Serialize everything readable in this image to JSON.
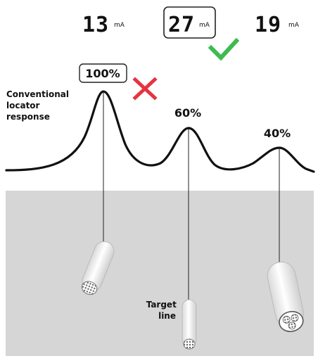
{
  "readings": [
    {
      "digits": "13",
      "unit": "mA",
      "highlighted": false
    },
    {
      "digits": "27",
      "unit": "mA",
      "highlighted": true
    },
    {
      "digits": "19",
      "unit": "mA",
      "highlighted": false
    }
  ],
  "response": {
    "label_lines": [
      "Conventional",
      "locator",
      "response"
    ],
    "peaks": [
      {
        "label": "100%",
        "boxed": true
      },
      {
        "label": "60%",
        "boxed": false
      },
      {
        "label": "40%",
        "boxed": false
      }
    ]
  },
  "cables": [
    {
      "name": "cable-left",
      "label_lines": []
    },
    {
      "name": "cable-target",
      "label_lines": [
        "Target",
        "line"
      ]
    },
    {
      "name": "cable-right",
      "label_lines": []
    }
  ],
  "marks": {
    "check_color": "#3dbb4f",
    "cross_color": "#e53340"
  },
  "colors": {
    "ground": "#d6d6d6",
    "curve": "#111111",
    "box_border": "#222222"
  }
}
